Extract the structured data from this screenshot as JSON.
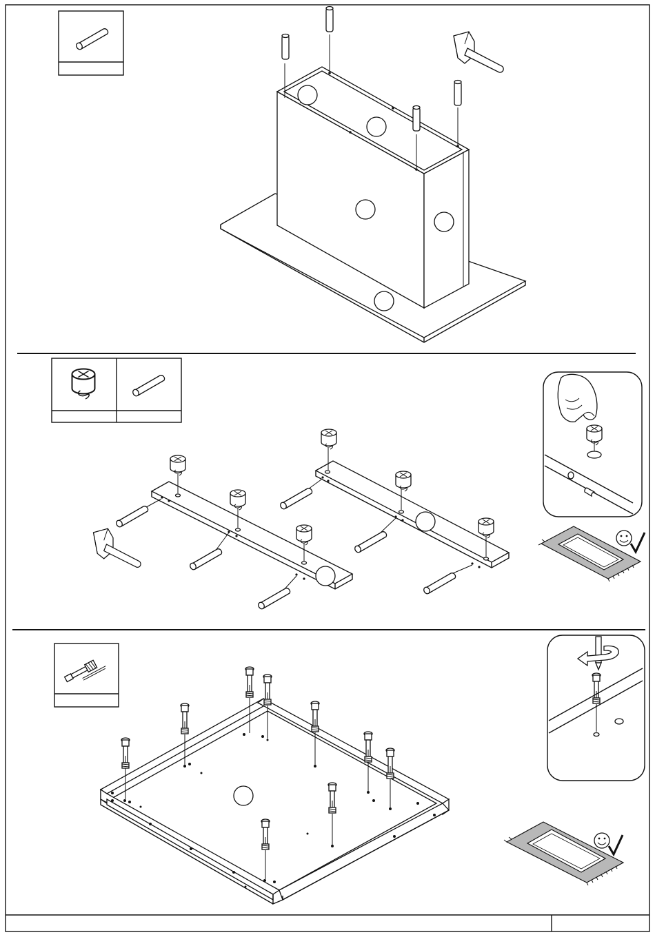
{
  "page": {
    "title": "",
    "footer": {
      "left_text": "",
      "right_text": ""
    }
  },
  "steps": [
    {
      "id": "step-1",
      "parts": [
        {
          "icon": "wooden-dowel-icon",
          "label": ""
        }
      ],
      "badges": [
        "",
        "",
        "",
        "",
        ""
      ]
    },
    {
      "id": "step-2",
      "parts": [
        {
          "icon": "cam-lock-icon",
          "label": ""
        },
        {
          "icon": "wooden-dowel-icon",
          "label": ""
        }
      ],
      "badges": [
        "",
        ""
      ]
    },
    {
      "id": "step-3",
      "parts": [
        {
          "icon": "cam-bolt-icon",
          "label": ""
        }
      ],
      "badges": [
        ""
      ]
    }
  ],
  "tips": {
    "insert_cam_by_hand": "hand-insert-icon",
    "tighten_bolt": "screwdriver-rotate-icon",
    "protective_mat": "smiley-check-mat-icon"
  },
  "colors": {
    "line": "#111111",
    "mat": "#b8b8b8",
    "paper": "#ffffff"
  }
}
